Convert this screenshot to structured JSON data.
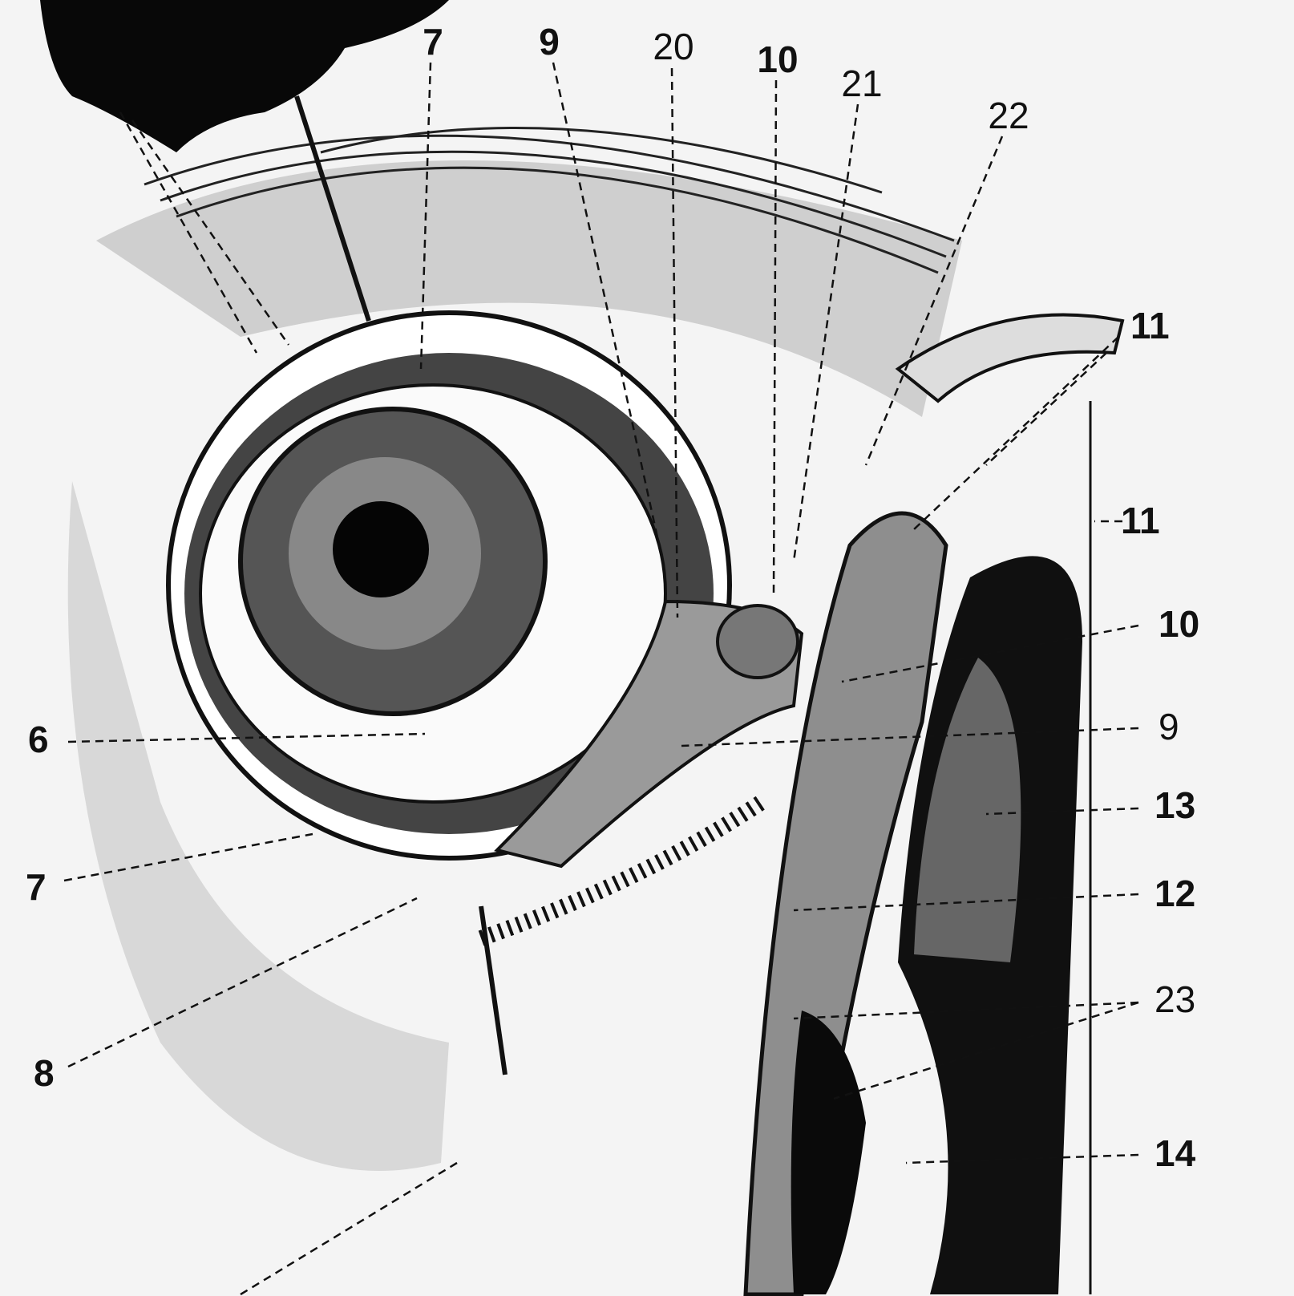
{
  "labels": {
    "top": [
      "7",
      "9",
      "20",
      "10",
      "21",
      "22"
    ],
    "right": [
      "11",
      "11",
      "10",
      "9",
      "13",
      "12",
      "23",
      "14"
    ],
    "left": [
      "6",
      "7",
      "8"
    ]
  },
  "colors": {
    "ink": "#111111",
    "paper": "#f4f4f4",
    "shade": "#6a6a6a"
  }
}
